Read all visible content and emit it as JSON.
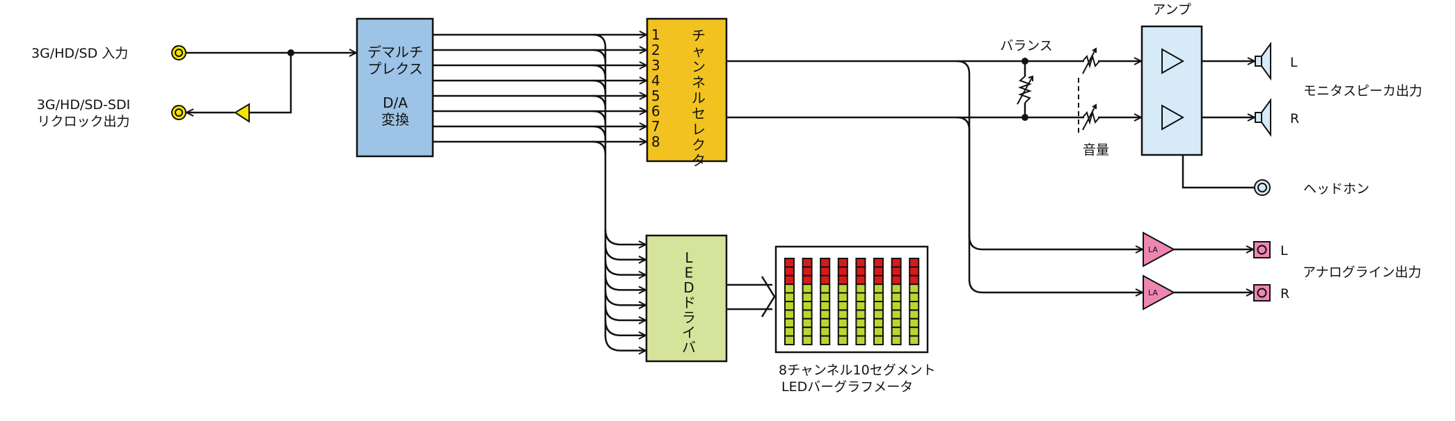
{
  "diagram": {
    "inputs": {
      "sdi_input_label": "3G/HD/SD  入力",
      "reclock_output_label_line1": "3G/HD/SD-SDI",
      "reclock_output_label_line2": "リクロック出力"
    },
    "demux": {
      "line1": "デマルチ",
      "line2": "プレクス",
      "line3": "D/A",
      "line4": "変換"
    },
    "channel_selector": {
      "title": "チャンネルセレクタ",
      "channels": [
        "1",
        "2",
        "3",
        "4",
        "5",
        "6",
        "7",
        "8"
      ]
    },
    "balance_label": "バランス",
    "volume_label": "音量",
    "amp": {
      "title": "アンプ"
    },
    "monitor": {
      "left_label": "L",
      "right_label": "R",
      "title": "モニタスピーカ出力"
    },
    "headphone_label": "ヘッドホン",
    "line_out": {
      "amp_label": "LA",
      "left_label": "L",
      "right_label": "R",
      "title": "アナログライン出力"
    },
    "led_driver": {
      "title": "LEDドライバ"
    },
    "meter": {
      "channels": 8,
      "segments": 10,
      "red_segments": 3,
      "caption_line1": "8チャンネル10セグメント",
      "caption_line2": "LEDバーグラフメータ"
    },
    "colors": {
      "connector_yellow": "#f5e400",
      "demux_blue": "#9dc3e6",
      "selector_orange": "#f2c320",
      "amp_lightblue": "#d6ebf7",
      "led_driver_green": "#d5e49a",
      "la_pink": "#ee86b2",
      "led_red": "#d91a1a",
      "led_green": "#bcd62f"
    }
  }
}
